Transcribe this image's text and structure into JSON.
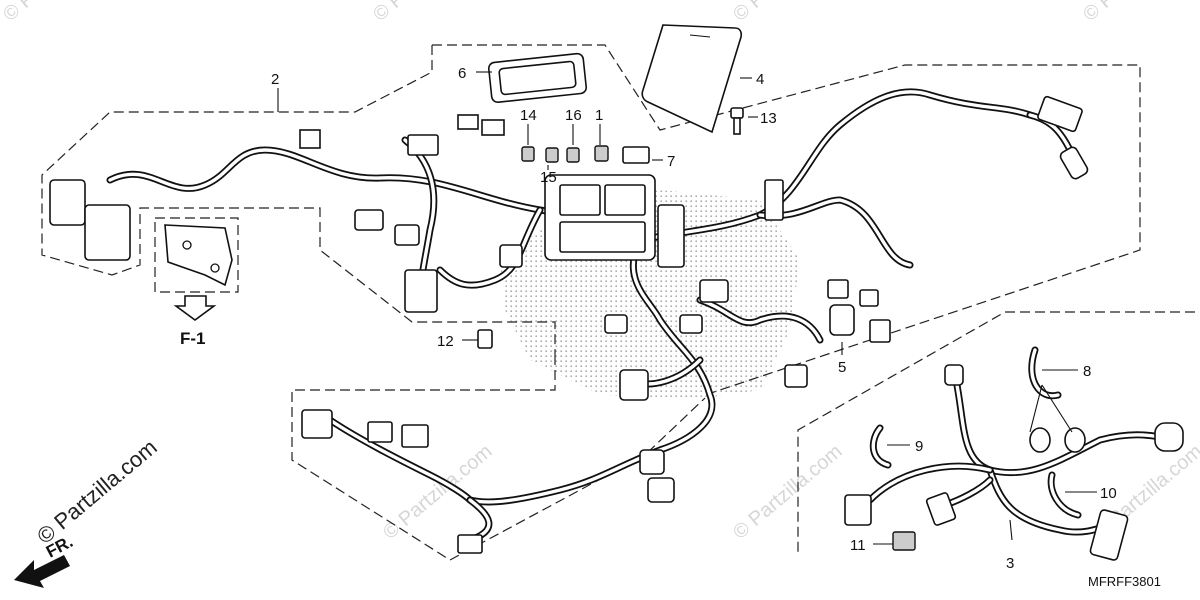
{
  "diagram": {
    "part_code": "MFRFF3801",
    "reference_label": "F-1",
    "direction_label": "FR.",
    "watermark": "© Partzilla.com",
    "callouts": {
      "c1": "1",
      "c2": "2",
      "c3": "3",
      "c4": "4",
      "c5": "5",
      "c6": "6",
      "c7": "7",
      "c8": "8",
      "c9": "9",
      "c10": "10",
      "c11": "11",
      "c12": "12",
      "c13": "13",
      "c14": "14",
      "c15": "15",
      "c16": "16"
    }
  }
}
